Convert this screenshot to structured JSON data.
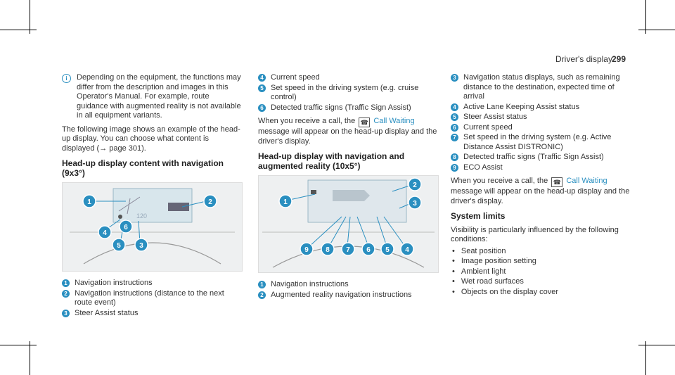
{
  "header": {
    "title": "Driver's display",
    "page": "299"
  },
  "col1": {
    "note": "Depending on the equipment, the functions may differ from the description and images in this Operator's Manual. For example, route guidance with augmented reality is not available in all equipment variants.",
    "para": "The following image shows an example of the head-up display. You can choose what content is displayed (→ page 301).",
    "heading": "Head-up display content with navigation (9x3°)",
    "figure": {
      "speed": "120",
      "callouts": [
        "1",
        "2",
        "3",
        "4",
        "5",
        "6"
      ]
    },
    "items": [
      {
        "n": "1",
        "text": "Navigation instructions"
      },
      {
        "n": "2",
        "text": "Navigation instructions (distance to the next route event)"
      },
      {
        "n": "3",
        "text": "Steer Assist status"
      }
    ]
  },
  "col2": {
    "items": [
      {
        "n": "4",
        "text": "Current speed"
      },
      {
        "n": "5",
        "text": "Set speed in the driving system (e.g. cruise control)"
      },
      {
        "n": "6",
        "text": "Detected traffic signs (Traffic Sign Assist)"
      }
    ],
    "call_pre": "When you receive a call, the",
    "call_name": "Call Waiting",
    "call_post": "message will appear on the head-up display and the driver's display.",
    "heading": "Head-up display with navigation and augmented reality (10x5°)",
    "figure": {
      "callouts": [
        "1",
        "2",
        "3",
        "9",
        "8",
        "7",
        "6",
        "5",
        "4"
      ]
    },
    "items2": [
      {
        "n": "1",
        "text": "Navigation instructions"
      },
      {
        "n": "2",
        "text": "Augmented reality navigation instructions"
      }
    ]
  },
  "col3": {
    "items": [
      {
        "n": "3",
        "text": "Navigation status displays, such as remaining distance to the destination, expected time of arrival"
      },
      {
        "n": "4",
        "text": "Active Lane Keeping Assist status"
      },
      {
        "n": "5",
        "text": "Steer Assist status"
      },
      {
        "n": "6",
        "text": "Current speed"
      },
      {
        "n": "7",
        "text": "Set speed in the driving system (e.g. Active Distance Assist DISTRONIC)"
      },
      {
        "n": "8",
        "text": "Detected traffic signs (Traffic Sign Assist)"
      },
      {
        "n": "9",
        "text": "ECO Assist"
      }
    ],
    "call_pre": "When you receive a call, the",
    "call_name": "Call Waiting",
    "call_post": "message will appear on the head-up display and the driver's display.",
    "heading": "System limits",
    "para": "Visibility is particularly influenced by the following conditions:",
    "bullets": [
      "Seat position",
      "Image position setting",
      "Ambient light",
      "Wet road surfaces",
      "Objects on the display cover"
    ]
  }
}
